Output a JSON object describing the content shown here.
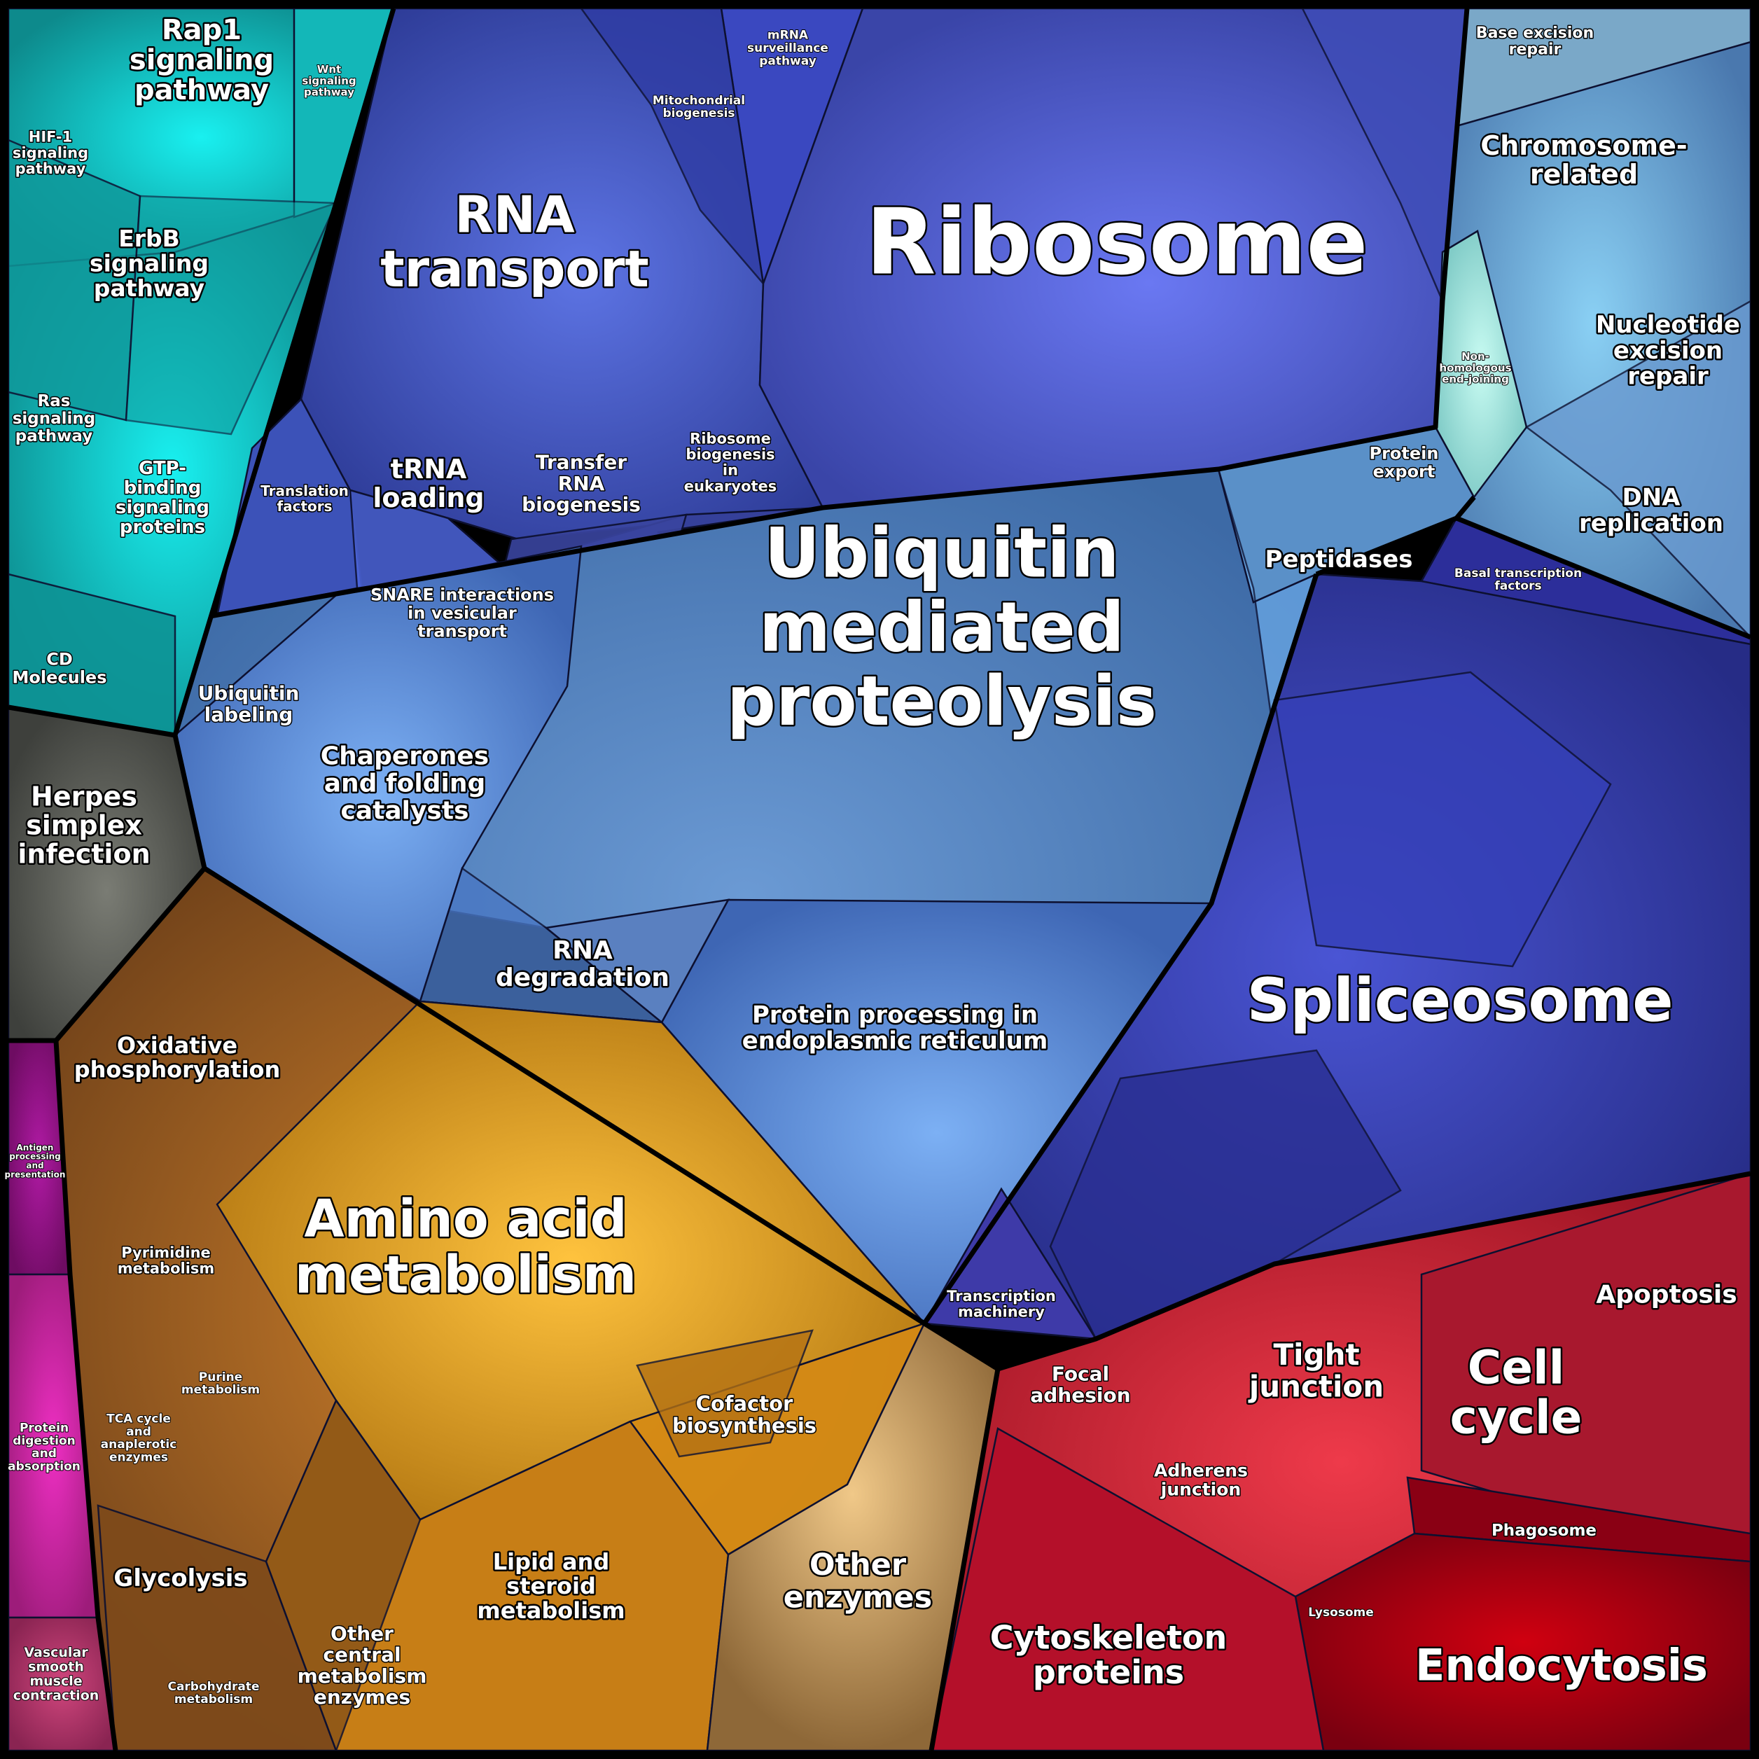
{
  "colors": {
    "signaling": "#11a3a3",
    "herpes": "#4b4d48",
    "immune": "#8e1280",
    "protein": "#c02497",
    "metabolism": "#c98a18",
    "metabolism_dark": "#8a5418",
    "enzymes": "#b88a52",
    "translation": "#4a5cc4",
    "folding": "#4d7fc0",
    "dna": "#5a8cbf",
    "splice": "#3a3fa8",
    "cellular": "#c7263a",
    "border": "#000000"
  },
  "labels": {
    "ribosome": "Ribosome",
    "rna_transport": [
      "RNA",
      "transport"
    ],
    "mrna_surveillance": [
      "mRNA",
      "surveillance",
      "pathway"
    ],
    "mito_biogenesis": [
      "Mitochondrial",
      "biogenesis"
    ],
    "trna_loading": [
      "tRNA",
      "loading"
    ],
    "transfer_rna": [
      "Transfer",
      "RNA",
      "biogenesis"
    ],
    "ribosome_biogenesis": [
      "Ribosome",
      "biogenesis",
      "in",
      "eukaryotes"
    ],
    "translation_factors": [
      "Translation",
      "factors"
    ],
    "rap1": [
      "Rap1",
      "signaling",
      "pathway"
    ],
    "wnt": [
      "Wnt",
      "signaling",
      "pathway"
    ],
    "hif1": [
      "HIF-1",
      "signaling",
      "pathway"
    ],
    "erbb": [
      "ErbB",
      "signaling",
      "pathway"
    ],
    "ras": [
      "Ras",
      "signaling",
      "pathway"
    ],
    "gtp": [
      "GTP-",
      "binding",
      "signaling",
      "proteins"
    ],
    "cd": [
      "CD",
      "Molecules"
    ],
    "herpes": [
      "Herpes",
      "simplex",
      "infection"
    ],
    "antigen": [
      "Antigen",
      "processing",
      "and",
      "presentation"
    ],
    "protein_digestion": [
      "Protein",
      "digestion",
      "and",
      "absorption"
    ],
    "vascular": [
      "Vascular",
      "smooth",
      "muscle",
      "contraction"
    ],
    "base_excision": [
      "Base excision",
      "repair"
    ],
    "chromosome": [
      "Chromosome-",
      "related"
    ],
    "nhej": [
      "Non-",
      "homologous",
      "end-joining"
    ],
    "nucleotide_excision": [
      "Nucleotide",
      "excision",
      "repair"
    ],
    "dna_replication": [
      "DNA",
      "replication"
    ],
    "protein_export": [
      "Protein",
      "export"
    ],
    "peptidases": "Peptidases",
    "basal_tf": [
      "Basal transcription",
      "factors"
    ],
    "ubiquitin_mp": [
      "Ubiquitin",
      "mediated",
      "proteolysis"
    ],
    "snare": [
      "SNARE interactions",
      "in vesicular",
      "transport"
    ],
    "ubiquitin_labeling": [
      "Ubiquitin",
      "labeling"
    ],
    "chaperones": [
      "Chaperones",
      "and folding",
      "catalysts"
    ],
    "rna_degradation": [
      "RNA",
      "degradation"
    ],
    "protein_processing": [
      "Protein processing in",
      "endoplasmic reticulum"
    ],
    "spliceosome": "Spliceosome",
    "transcription_machinery": [
      "Transcription",
      "machinery"
    ],
    "oxphos": [
      "Oxidative",
      "phosphorylation"
    ],
    "amino_acid": [
      "Amino acid",
      "metabolism"
    ],
    "pyrimidine": [
      "Pyrimidine",
      "metabolism"
    ],
    "purine": [
      "Purine",
      "metabolism"
    ],
    "tca": [
      "TCA cycle",
      "and",
      "anaplerotic",
      "enzymes"
    ],
    "glycolysis": "Glycolysis",
    "carbohydrate": [
      "Carbohydrate",
      "metabolism"
    ],
    "other_central": [
      "Other",
      "central",
      "metabolism",
      "enzymes"
    ],
    "lipid": [
      "Lipid and",
      "steroid",
      "metabolism"
    ],
    "cofactor": [
      "Cofactor",
      "biosynthesis"
    ],
    "other_enzymes": [
      "Other",
      "enzymes"
    ],
    "focal_adhesion": [
      "Focal",
      "adhesion"
    ],
    "tight_junction": [
      "Tight",
      "junction"
    ],
    "adherens": [
      "Adherens",
      "junction"
    ],
    "apoptosis": "Apoptosis",
    "cell_cycle": [
      "Cell",
      "cycle"
    ],
    "phagosome": "Phagosome",
    "lysosome": "Lysosome",
    "cytoskeleton": [
      "Cytoskeleton",
      "proteins"
    ],
    "endocytosis": "Endocytosis"
  }
}
